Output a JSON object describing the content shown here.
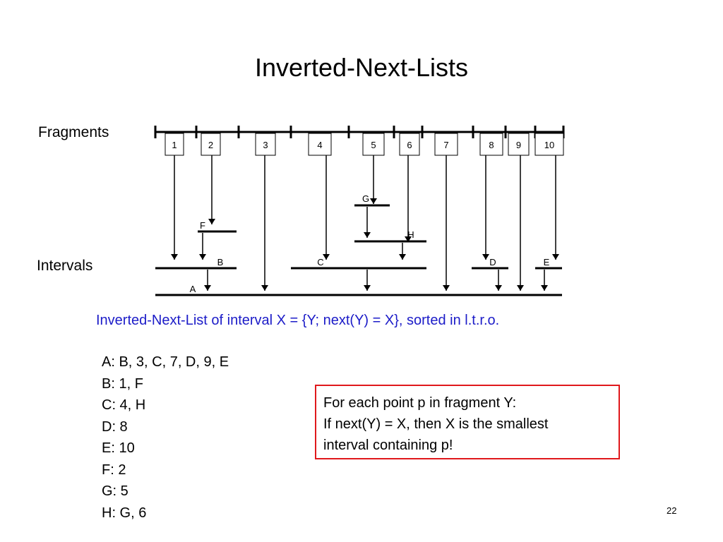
{
  "slide": {
    "title": "Inverted-Next-Lists",
    "fragments_label": "Fragments",
    "intervals_label": "Intervals",
    "caption": "Inverted-Next-List of interval X = {Y; next(Y) = X}, sorted in l.t.r.o.",
    "page_number": "22"
  },
  "diagram": {
    "fragments": [
      "1",
      "2",
      "3",
      "4",
      "5",
      "6",
      "7",
      "8",
      "9",
      "10"
    ],
    "intervals": [
      "A",
      "B",
      "C",
      "D",
      "E",
      "F",
      "G",
      "H"
    ]
  },
  "lists": [
    "A: B, 3, C, 7, D, 9, E",
    "B: 1, F",
    "C: 4, H",
    "D: 8",
    "E: 10",
    "F: 2",
    "G: 5",
    "H: G, 6"
  ],
  "note": {
    "lines": [
      "For each point p in fragment Y:",
      "If next(Y) = X, then X is the smallest",
      "interval containing p!"
    ]
  },
  "colors": {
    "caption": "#1c1cc8",
    "note_border": "#e0181c",
    "text": "#000000"
  }
}
